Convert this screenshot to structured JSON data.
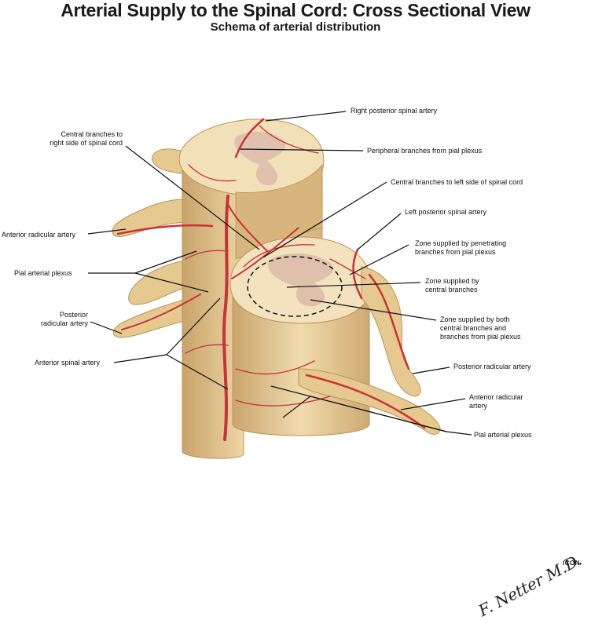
{
  "header": {
    "title": "Arterial Supply to the Spinal Cord: Cross Sectional View",
    "subtitle": "Schema of arterial distribution"
  },
  "labels": {
    "right_posterior_spinal_artery": "Right posterior spinal artery",
    "central_branches_right_1": "Central branches to",
    "central_branches_right_2": "right side of spinal cord",
    "peripheral_branches": "Peripheral branches from pial plexus",
    "central_branches_left": "Central branches to left side of spinal cord",
    "left_posterior_spinal_artery": "Left posterior spinal artery",
    "anterior_radicular_artery_left": "Anterior radicular artery",
    "zone_penetrating_1": "Zone supplied by penetrating",
    "zone_penetrating_2": "branches from pial plexus",
    "pial_arterial_plexus_left": "Pial arterial plexus",
    "zone_central_1": "Zone supplied by",
    "zone_central_2": "central branches",
    "posterior_radicular_left_1": "Posterior",
    "posterior_radicular_left_2": "radicular artery",
    "zone_both_1": "Zone supplied by both",
    "zone_both_2": "central branches and",
    "zone_both_3": "branches from pial plexus",
    "anterior_spinal_artery": "Anterior spinal artery",
    "posterior_radicular_right": "Posterior radicular artery",
    "anterior_radicular_right_1": "Anterior radicular",
    "anterior_radicular_right_2": "artery",
    "pial_arterial_plexus_right": "Pial arterial plexus"
  },
  "credits": {
    "signature": "F. Netter M.D.",
    "logo": "ICON"
  },
  "colors": {
    "cord": "#e8cf9c",
    "cord_shade": "#c9a46a",
    "cord_light": "#f4e3bf",
    "artery": "#c8323a",
    "gray_matter": "#d9b9a8",
    "leader": "#111111"
  }
}
